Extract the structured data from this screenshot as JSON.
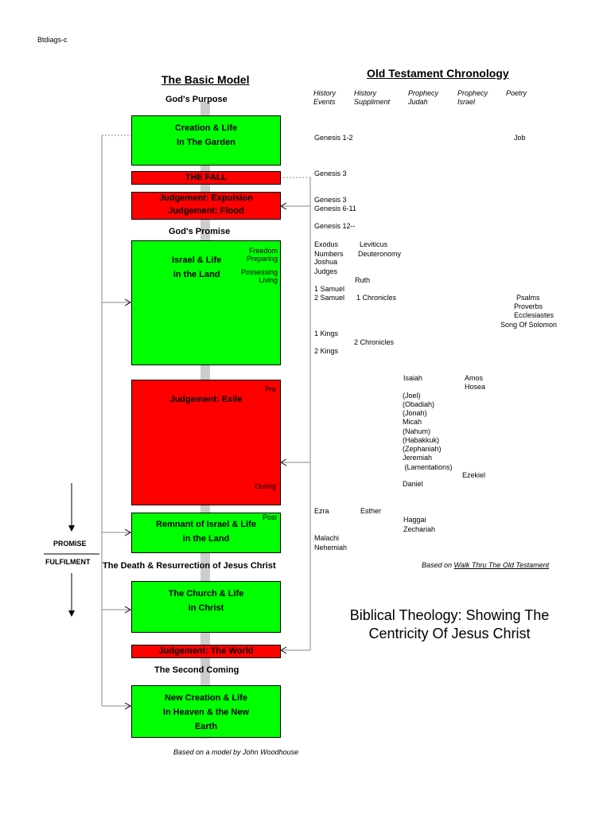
{
  "doc_id": "Btdiags-c",
  "basic_model_title": "The Basic Model",
  "ot_title": "Old Testament Chronology",
  "columns": [
    "History\nEvents",
    "History\nSuppliment",
    "Prophecy\nJudah",
    "Prophecy\nIsrael",
    "Poetry"
  ],
  "section_labels": {
    "gods_purpose": "God's Purpose",
    "gods_promise": "God's Promise",
    "death_resurrection": "The Death & Resurrection of Jesus Christ",
    "second_coming": "The Second Coming"
  },
  "boxes": {
    "creation": "Creation & Life\nIn The Garden",
    "fall": "THE FALL",
    "judgement1": "Judgement: Expulsion\nJudgement: Flood",
    "israel": "Israel & Life\nin the Land",
    "israel_freedom": "Freedom",
    "israel_preparing": "Preparing",
    "israel_possessing": "Possessing",
    "israel_living": "Living",
    "exile": "Judgement: Exile",
    "exile_pre": "Pre",
    "exile_during": "During",
    "remnant": "Remnant of Israel & Life\nin the Land",
    "remnant_post": "Post",
    "church": "The Church & Life\nin Christ",
    "judgement_world": "Judgement: The World",
    "new_creation": "New Creation & Life\nIn Heaven & the New\nEarth"
  },
  "promise_label": "PROMISE",
  "fulfilment_label": "FULFILMENT",
  "books": {
    "gen12": "Genesis 1-2",
    "job": "Job",
    "gen3a": "Genesis 3",
    "gen3b": "Genesis 3",
    "gen611": "Genesis 6-11",
    "gen12on": "Genesis 12--",
    "exodus": "Exodus",
    "numbers": "Numbers",
    "joshua": "Joshua",
    "judges": "Judges",
    "leviticus": "Leviticus",
    "deuteronomy": "Deuteronomy",
    "ruth": "Ruth",
    "sam1": "1 Samuel",
    "sam2": "2 Samuel",
    "chron1": "1 Chronicles",
    "psalms": "Psalms",
    "proverbs": "Proverbs",
    "ecclesiastes": "Ecclesiastes",
    "song": "Song Of Solomon",
    "kings1": "1 Kings",
    "kings2": "2 Kings",
    "chron2": "2 Chronicles",
    "isaiah": "Isaiah",
    "amos": "Amos",
    "hosea": "Hosea",
    "judah_list": [
      "(Joel)",
      "(Obadiah)",
      "(Jonah)",
      "Micah",
      "(Nahum)",
      "(Habakkuk)",
      "(Zephaniah)",
      "Jeremiah",
      " (Lamentations)"
    ],
    "ezekiel": "Ezekiel",
    "daniel": "Daniel",
    "ezra": "Ezra",
    "esther": "Esther",
    "haggai": "Haggai",
    "zechariah": "Zechariah",
    "malachi": "Malachi",
    "nehemiah": "Nehemiah"
  },
  "based_on_prefix": "Based on",
  "based_on_title": "Walk Thru The Old Testament",
  "main_title": "Biblical Theology: Showing The\nCentricity Of Jesus Christ",
  "footer": "Based on a model by John Woodhouse",
  "colors": {
    "green": "#00ff00",
    "red": "#ff0000"
  }
}
